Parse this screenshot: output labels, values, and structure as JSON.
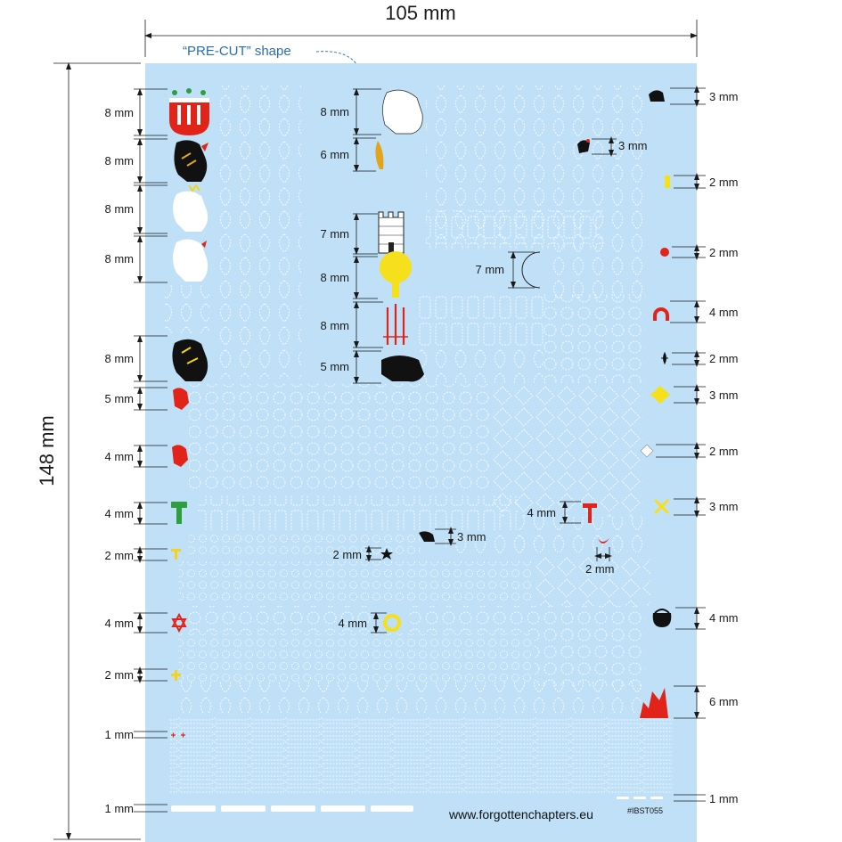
{
  "sheet": {
    "width_label": "105 mm",
    "height_label": "148 mm",
    "precut_label": "“PRE-CUT” shape",
    "website": "www.forgottenchapters.eu",
    "code": "#IBST055",
    "colors": {
      "sheet": "#bfe0f7",
      "dims": "#1a1a1a",
      "accent": "#2a6db4"
    }
  },
  "dimensions": {
    "left": [
      {
        "label": "8 mm",
        "icon": "eagle-crown-shield-icon"
      },
      {
        "label": "8 mm",
        "icon": "black-lion-icon"
      },
      {
        "label": "8 mm",
        "icon": "white-lion-crowned-icon"
      },
      {
        "label": "8 mm",
        "icon": "white-lion-icon"
      },
      {
        "label": "8 mm",
        "icon": "black-lion-gold-icon"
      },
      {
        "label": "5 mm",
        "icon": "red-lion-small-icon"
      },
      {
        "label": "4 mm",
        "icon": "red-lion-tiny-icon"
      },
      {
        "label": "4 mm",
        "icon": "green-hammer-icon"
      },
      {
        "label": "2 mm",
        "icon": "yellow-tau-cross-icon"
      },
      {
        "label": "4 mm",
        "icon": "red-star-of-david-icon"
      },
      {
        "label": "2 mm",
        "icon": "yellow-cross-icon"
      },
      {
        "label": "1 mm",
        "icon": "tiny-red-cross-icon"
      },
      {
        "label": "1 mm",
        "icon": "white-strip-icon"
      }
    ],
    "middle": [
      {
        "label": "8 mm",
        "icon": "white-griffin-icon"
      },
      {
        "label": "6 mm",
        "icon": "wheat-sheaf-icon"
      },
      {
        "label": "7 mm",
        "icon": "castle-tower-icon"
      },
      {
        "label": "8 mm",
        "icon": "yellow-tree-icon"
      },
      {
        "label": "8 mm",
        "icon": "red-swords-icon"
      },
      {
        "label": "5 mm",
        "icon": "black-lion-passant-icon"
      },
      {
        "label": "7 mm",
        "icon": "crescent-moon-icon"
      },
      {
        "label": "3 mm",
        "icon": "rooster-icon"
      },
      {
        "label": "4 mm",
        "icon": "red-hammer-icon"
      },
      {
        "label": "3 mm",
        "icon": "black-bird-icon"
      },
      {
        "label": "2 mm",
        "icon": "black-star-icon"
      },
      {
        "label": "2 mm",
        "icon": "red-crescent-icon"
      },
      {
        "label": "4 mm",
        "icon": "yellow-ring-icon"
      }
    ],
    "right": [
      {
        "label": "3 mm",
        "icon": "black-boar-icon"
      },
      {
        "label": "2 mm",
        "icon": "yellow-bar-icon"
      },
      {
        "label": "2 mm",
        "icon": "red-rose-icon"
      },
      {
        "label": "4 mm",
        "icon": "red-horseshoe-icon"
      },
      {
        "label": "2 mm",
        "icon": "fleur-de-lis-icon"
      },
      {
        "label": "3 mm",
        "icon": "yellow-lozenge-icon"
      },
      {
        "label": "2 mm",
        "icon": "white-lozenge-icon"
      },
      {
        "label": "3 mm",
        "icon": "yellow-saltire-icon"
      },
      {
        "label": "4 mm",
        "icon": "black-cauldron-icon"
      },
      {
        "label": "6 mm",
        "icon": "red-castle-icon"
      },
      {
        "label": "1 mm",
        "icon": "white-dashes-icon"
      }
    ]
  }
}
